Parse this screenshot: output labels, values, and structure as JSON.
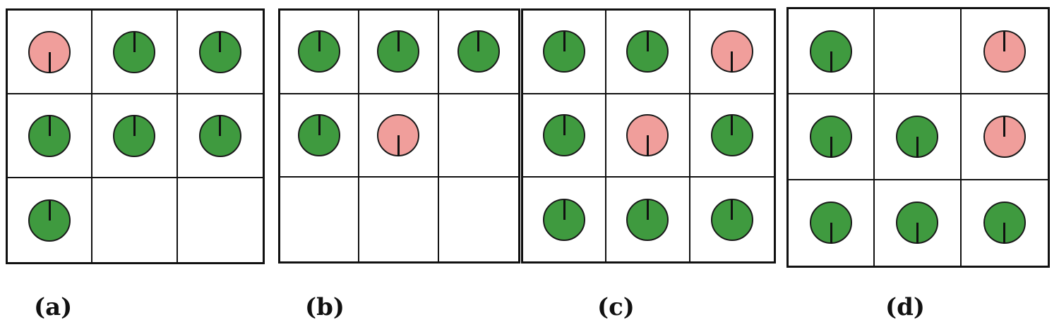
{
  "panels": [
    {
      "label": "(a)",
      "cells": [
        {
          "color": "pink",
          "hand": "down"
        },
        {
          "color": "green",
          "hand": "up"
        },
        {
          "color": "green",
          "hand": "up"
        },
        {
          "color": "green",
          "hand": "up"
        },
        {
          "color": "green",
          "hand": "up"
        },
        {
          "color": "green",
          "hand": "up"
        },
        {
          "color": "green",
          "hand": "up"
        },
        null,
        null
      ]
    },
    {
      "label": "(b)",
      "cells": [
        {
          "color": "green",
          "hand": "up"
        },
        {
          "color": "green",
          "hand": "up"
        },
        {
          "color": "green",
          "hand": "up"
        },
        {
          "color": "green",
          "hand": "up"
        },
        {
          "color": "pink",
          "hand": "down"
        },
        null,
        null,
        null,
        null
      ]
    },
    {
      "label": "(c)",
      "cells": [
        {
          "color": "green",
          "hand": "up"
        },
        {
          "color": "green",
          "hand": "up"
        },
        {
          "color": "pink",
          "hand": "down"
        },
        {
          "color": "green",
          "hand": "up"
        },
        {
          "color": "pink",
          "hand": "down"
        },
        {
          "color": "green",
          "hand": "up"
        },
        {
          "color": "green",
          "hand": "up"
        },
        {
          "color": "green",
          "hand": "up"
        },
        {
          "color": "green",
          "hand": "up"
        }
      ]
    },
    {
      "label": "(d)",
      "cells": [
        {
          "color": "green",
          "hand": "down"
        },
        null,
        {
          "color": "pink",
          "hand": "up"
        },
        {
          "color": "green",
          "hand": "down"
        },
        {
          "color": "green",
          "hand": "down"
        },
        {
          "color": "pink",
          "hand": "up"
        },
        {
          "color": "green",
          "hand": "down"
        },
        {
          "color": "green",
          "hand": "down"
        },
        {
          "color": "green",
          "hand": "down"
        }
      ]
    }
  ],
  "colors": {
    "green": "#3f9a3f",
    "pink": "#f09e9b",
    "line": "#111111"
  }
}
